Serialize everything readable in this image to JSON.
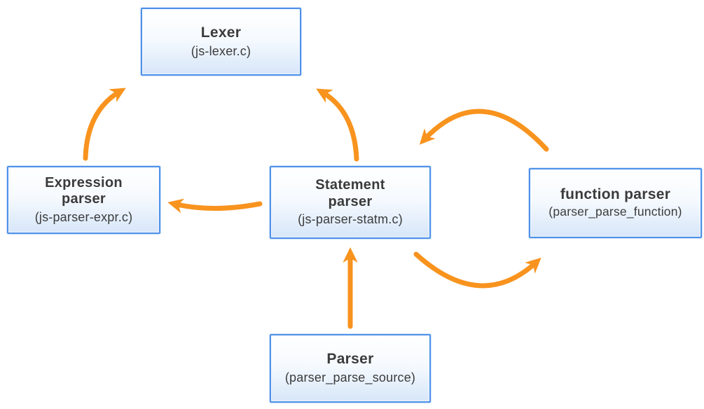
{
  "diagram": {
    "description": "Parser module call diagram",
    "nodes": [
      {
        "id": "lexer",
        "title": "Lexer",
        "subtitle": "(js-lexer.c)"
      },
      {
        "id": "expression-parser",
        "title": "Expression parser",
        "subtitle": "(js-parser-expr.c)"
      },
      {
        "id": "statement-parser",
        "title": "Statement parser",
        "subtitle": "(js-parser-statm.c)"
      },
      {
        "id": "function-parser",
        "title": "function parser",
        "subtitle": "(parser_parse_function)"
      },
      {
        "id": "parser",
        "title": "Parser",
        "subtitle": "(parser_parse_source)"
      }
    ],
    "edges": [
      {
        "from": "expression-parser",
        "to": "lexer"
      },
      {
        "from": "statement-parser",
        "to": "lexer"
      },
      {
        "from": "statement-parser",
        "to": "expression-parser"
      },
      {
        "from": "function-parser",
        "to": "statement-parser"
      },
      {
        "from": "statement-parser",
        "to": "function-parser"
      },
      {
        "from": "parser",
        "to": "statement-parser"
      }
    ],
    "colors": {
      "arrow": "#F8931E",
      "box_border": "#4E91E9",
      "box_fill_top": "#FFFFFF",
      "box_fill_bottom": "#D7E6F9",
      "text": "#3B3B3B",
      "background": "#FFFFFF"
    }
  }
}
